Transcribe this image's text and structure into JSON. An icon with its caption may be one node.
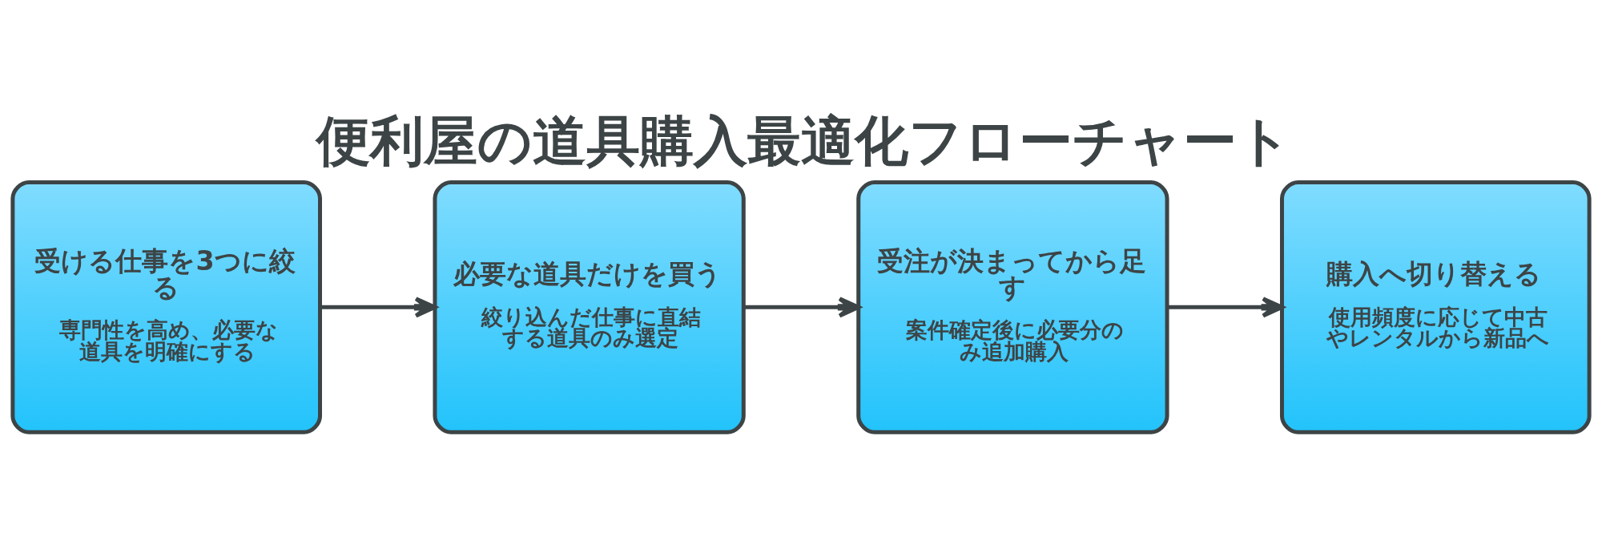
{
  "diagram": {
    "title": "便利屋の道具購入最適化フローチャート",
    "nodes": [
      {
        "text": [
          "受ける仕事を3つに絞る",
          "専門性を高め、必要な道具を明確にする"
        ]
      },
      {
        "text": [
          "必要な道具だけを買う",
          "絞り込んだ仕事に直結する道具のみ選定"
        ]
      },
      {
        "text": [
          "受注が決まってから足す",
          "案件確定後に必要分のみ追加購入"
        ]
      },
      {
        "text": [
          "購入へ切り替える",
          "使用頻度に応じて中古やレンタルから新品へ"
        ]
      }
    ],
    "edges": [
      {
        "from": 0,
        "to": 1,
        "arrow": "to"
      },
      {
        "from": 1,
        "to": 2,
        "arrow": "to"
      },
      {
        "from": 2,
        "to": 3,
        "arrow": "to"
      }
    ]
  }
}
